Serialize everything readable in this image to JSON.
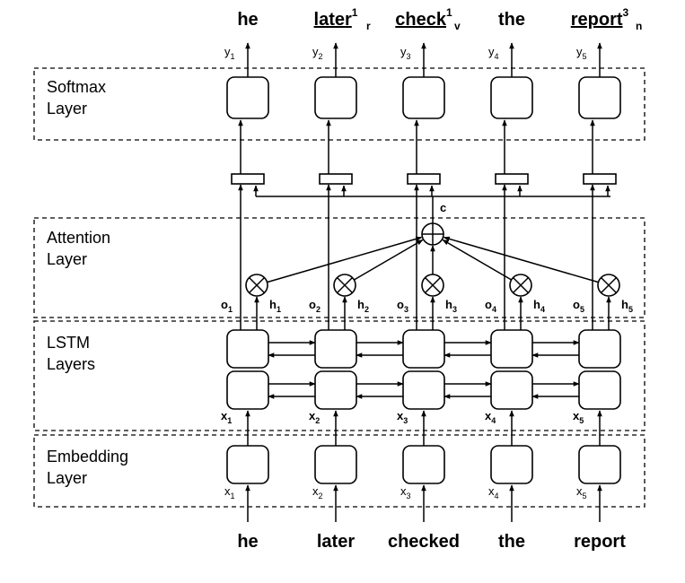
{
  "layers": {
    "softmax": [
      "Softmax",
      "Layer"
    ],
    "attention": [
      "Attention",
      "Layer"
    ],
    "lstm": [
      "LSTM",
      "Layers"
    ],
    "embedding": [
      "Embedding",
      "Layer"
    ]
  },
  "output_words": [
    {
      "text": "he",
      "sup": "",
      "sub": "",
      "underline": false
    },
    {
      "text": "later",
      "sup": "1",
      "sub": "r",
      "underline": true
    },
    {
      "text": "check",
      "sup": "1",
      "sub": "v",
      "underline": true
    },
    {
      "text": "the",
      "sup": "",
      "sub": "",
      "underline": false
    },
    {
      "text": "report",
      "sup": "3",
      "sub": "n",
      "underline": true
    }
  ],
  "input_words": [
    "he",
    "later",
    "checked",
    "the",
    "report"
  ],
  "y_labels": [
    {
      "base": "y",
      "sub": "1"
    },
    {
      "base": "y",
      "sub": "2"
    },
    {
      "base": "y",
      "sub": "3"
    },
    {
      "base": "y",
      "sub": "4"
    },
    {
      "base": "y",
      "sub": "5"
    }
  ],
  "o_labels": [
    {
      "base": "o",
      "sub": "1"
    },
    {
      "base": "o",
      "sub": "2"
    },
    {
      "base": "o",
      "sub": "3"
    },
    {
      "base": "o",
      "sub": "4"
    },
    {
      "base": "o",
      "sub": "5"
    }
  ],
  "h_labels": [
    {
      "base": "h",
      "sub": "1"
    },
    {
      "base": "h",
      "sub": "2"
    },
    {
      "base": "h",
      "sub": "3"
    },
    {
      "base": "h",
      "sub": "4"
    },
    {
      "base": "h",
      "sub": "5"
    }
  ],
  "x_bold_labels": [
    {
      "base": "x",
      "sub": "1"
    },
    {
      "base": "x",
      "sub": "2"
    },
    {
      "base": "x",
      "sub": "3"
    },
    {
      "base": "x",
      "sub": "4"
    },
    {
      "base": "x",
      "sub": "5"
    }
  ],
  "x_labels": [
    {
      "base": "x",
      "sub": "1"
    },
    {
      "base": "x",
      "sub": "2"
    },
    {
      "base": "x",
      "sub": "3"
    },
    {
      "base": "x",
      "sub": "4"
    },
    {
      "base": "x",
      "sub": "5"
    }
  ],
  "context_label": "c"
}
